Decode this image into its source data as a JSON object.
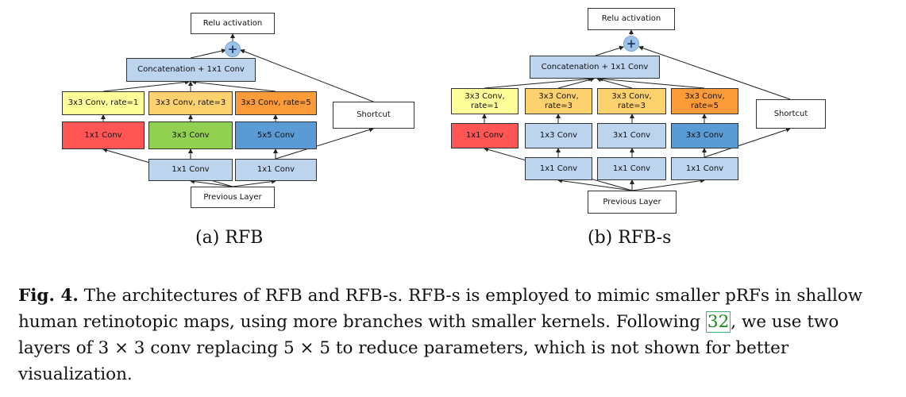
{
  "rfb": {
    "relu": "Relu activation",
    "plus": "+",
    "concat": "Concatenation + 1x1 Conv",
    "dil1": "3x3 Conv, rate=1",
    "dil3": "3x3 Conv, rate=3",
    "dil5": "3x3 Conv, rate=5",
    "conv1": "1x1 Conv",
    "conv3": "3x3 Conv",
    "conv5": "5x5 Conv",
    "base1": "1x1 Conv",
    "base2": "1x1 Conv",
    "shortcut": "Shortcut",
    "prev": "Previous Layer",
    "subcaption": "(a) RFB"
  },
  "rfbs": {
    "relu": "Relu activation",
    "plus": "+",
    "concat": "Concatenation + 1x1 Conv",
    "dil1": "3x3 Conv,\nrate=1",
    "dil3a": "3x3 Conv,\nrate=3",
    "dil3b": "3x3 Conv,\nrate=3",
    "dil5": "3x3 Conv,\nrate=5",
    "conv1": "1x1 Conv",
    "conv13": "1x3 Conv",
    "conv31": "3x1 Conv",
    "conv33": "3x3 Conv",
    "base1": "1x1 Conv",
    "base2": "1x1 Conv",
    "base3": "1x1 Conv",
    "shortcut": "Shortcut",
    "prev": "Previous Layer",
    "subcaption": "(b) RFB-s"
  },
  "caption": {
    "label": "Fig. 4.",
    "text1": " The architectures of RFB and RFB-s. RFB-s is employed to mimic smaller pRFs in shallow human retinotopic maps, using more branches with smaller kernels. Following ",
    "cite": "32",
    "text2": ", we use two layers of 3 × 3 conv replacing 5 × 5 to reduce parameters, which is not shown for better visualization."
  }
}
